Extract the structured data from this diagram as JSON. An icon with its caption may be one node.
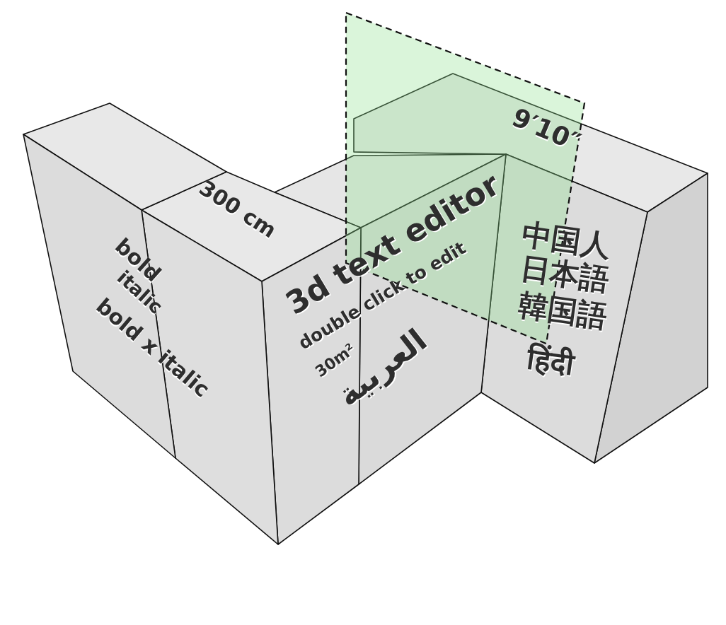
{
  "diagram": {
    "labels": [
      "300 cm",
      "bold",
      "italic",
      "bold x italic",
      "9′10″",
      "3d text editor",
      "double click to edit",
      "30m²",
      "العربية",
      "中国人",
      "日本語",
      "韓国語",
      "हिंदी"
    ]
  }
}
